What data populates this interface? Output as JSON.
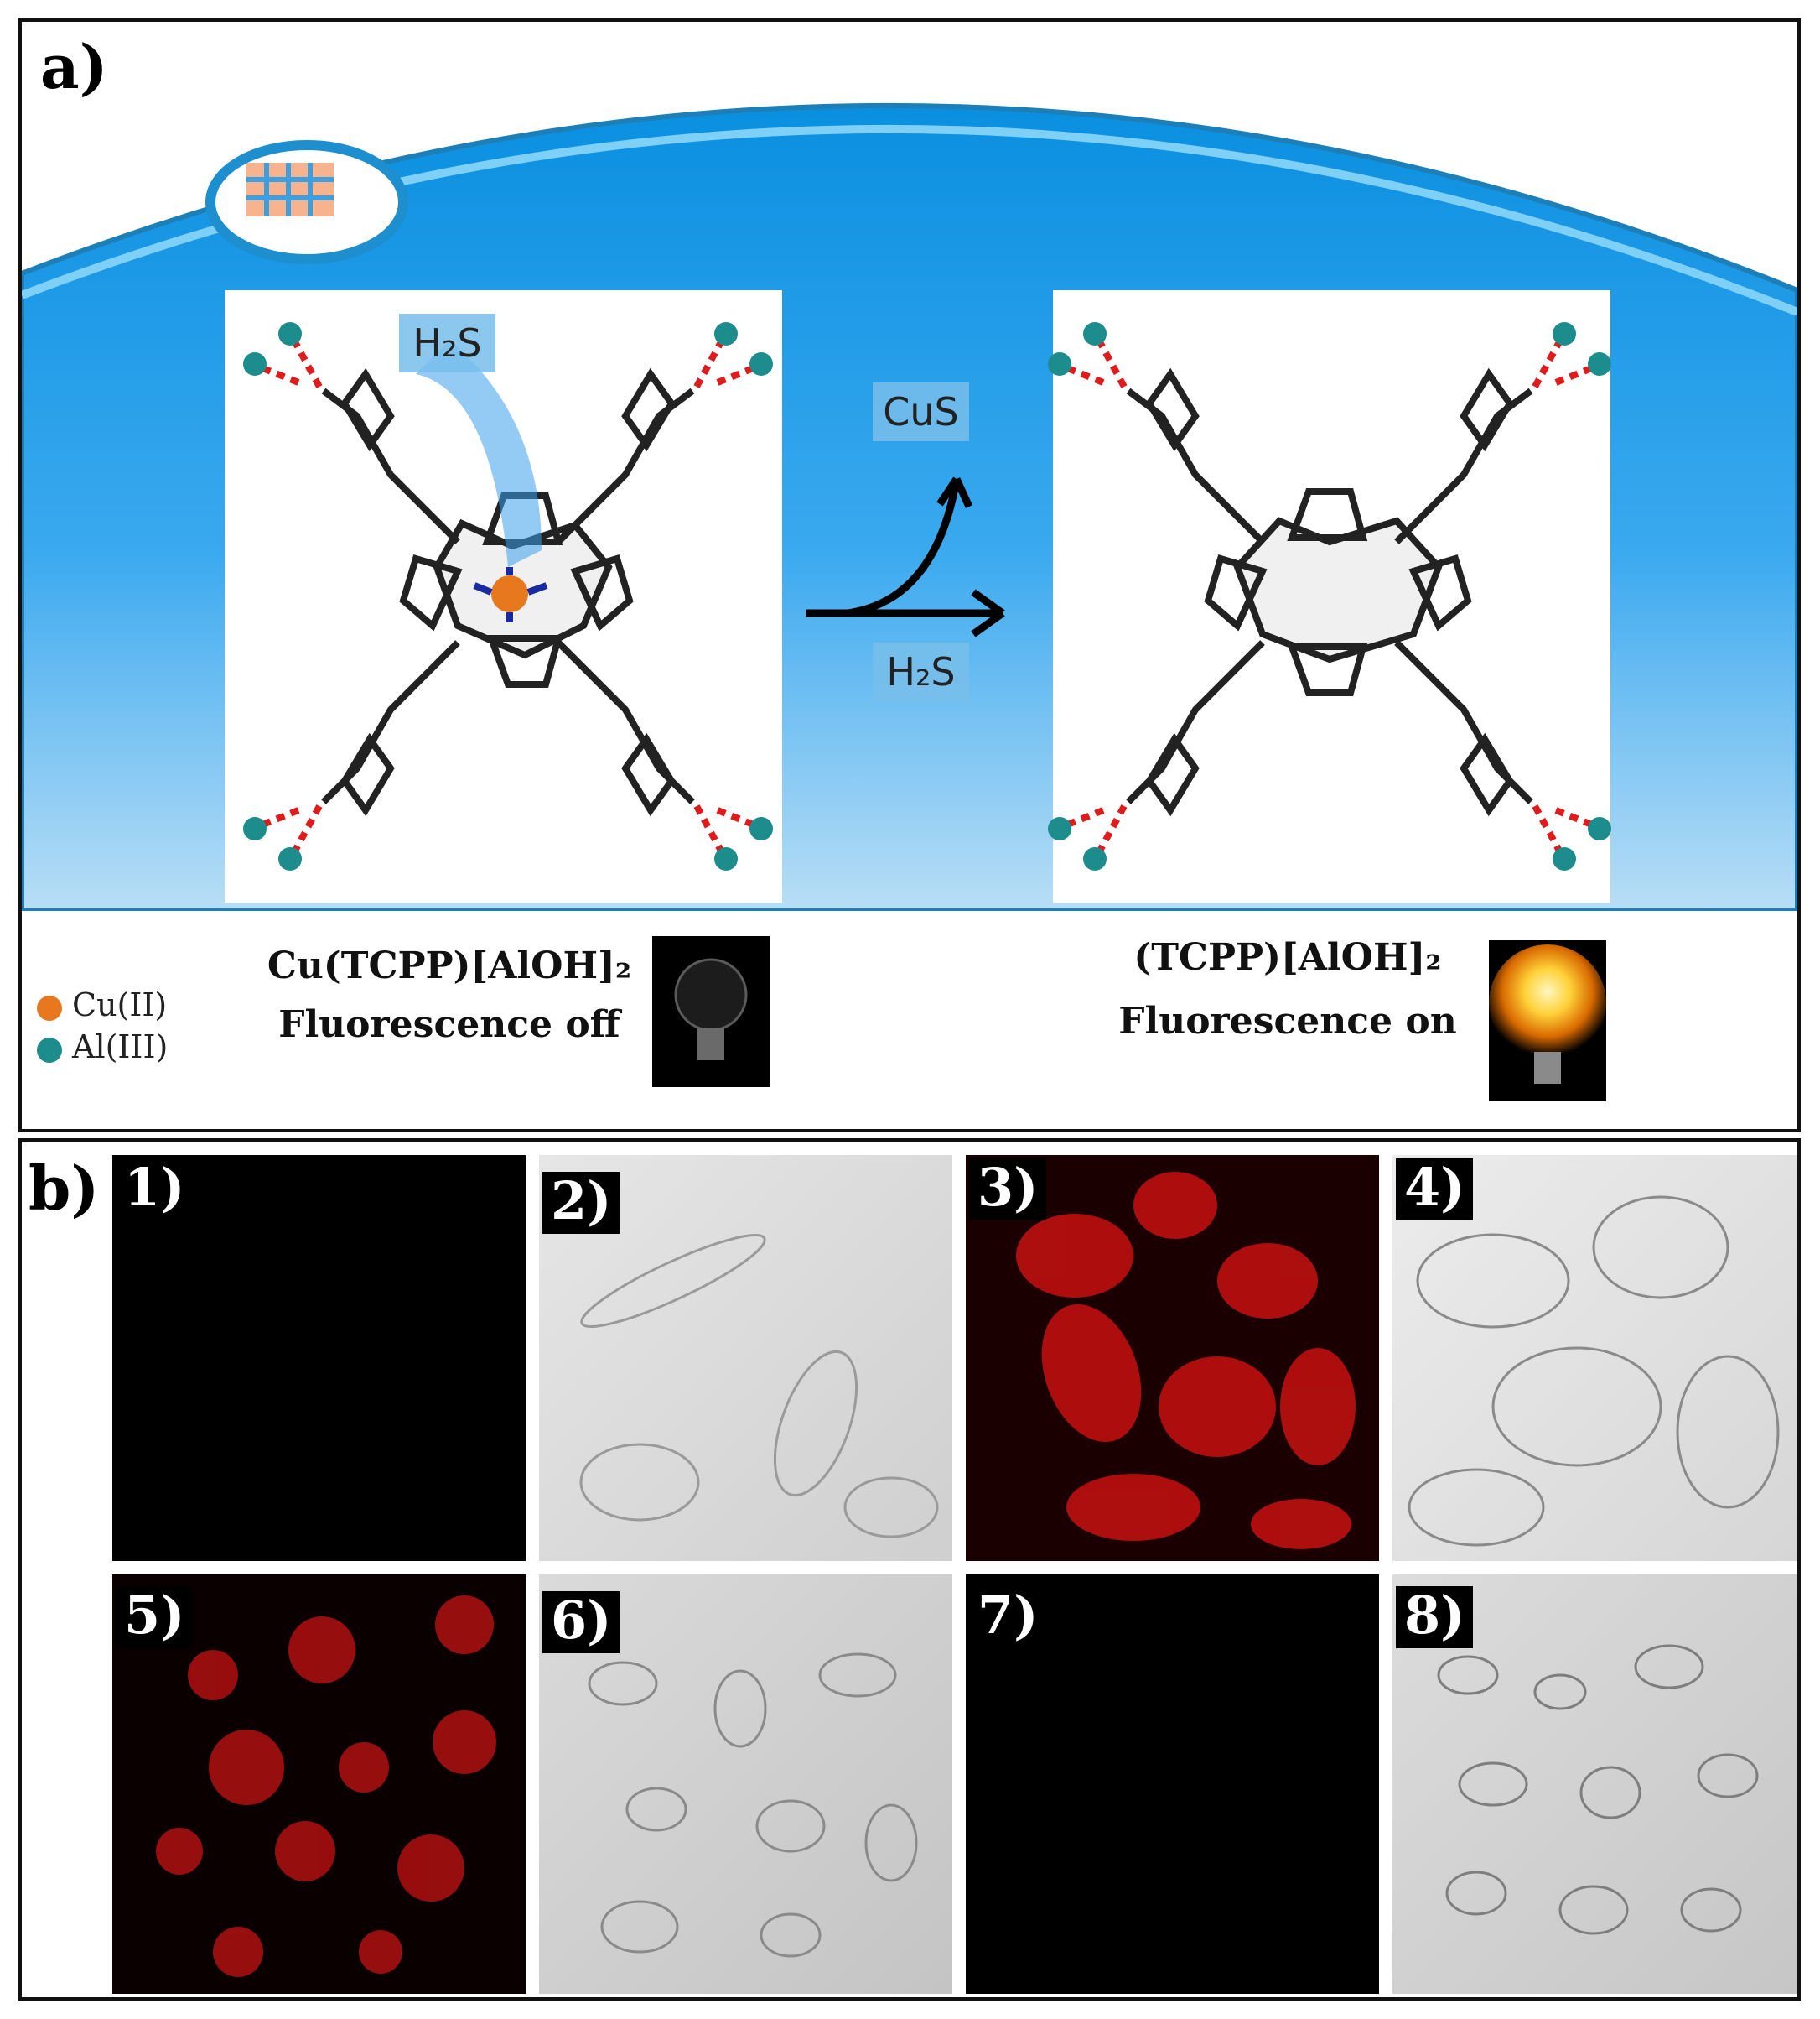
{
  "panel_a": {
    "label": "a)",
    "left_box_label": "H₂S",
    "arrow_top_label": "CuS",
    "arrow_bottom_label": "H₂S",
    "left_compound": "Cu(TCPP)[AlOH]₂",
    "left_state": "Fluorescence off",
    "right_compound": "(TCPP)[AlOH]₂",
    "right_state": "Fluorescence on",
    "legend": [
      {
        "label": "Cu(II)",
        "color": "#e8781e"
      },
      {
        "label": "Al(III)",
        "color": "#1c8c8c"
      }
    ]
  },
  "panel_b": {
    "label": "b)",
    "tiles": [
      {
        "label": "1)",
        "kind": "dark"
      },
      {
        "label": "2)",
        "kind": "brightfield"
      },
      {
        "label": "3)",
        "kind": "red-fluorescence"
      },
      {
        "label": "4)",
        "kind": "brightfield"
      },
      {
        "label": "5)",
        "kind": "red-fluorescence"
      },
      {
        "label": "6)",
        "kind": "brightfield"
      },
      {
        "label": "7)",
        "kind": "dark"
      },
      {
        "label": "8)",
        "kind": "brightfield"
      }
    ]
  }
}
